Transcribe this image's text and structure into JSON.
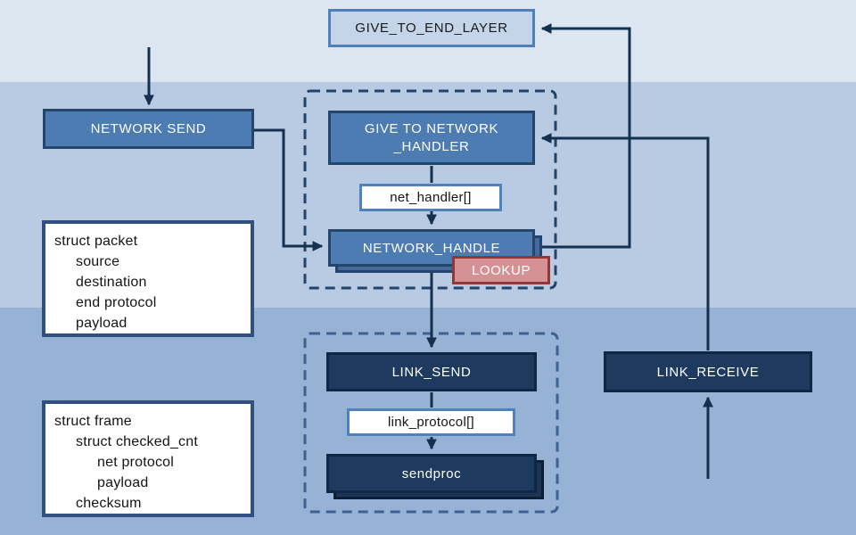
{
  "nodes": {
    "give_to_end_layer": {
      "label": "GIVE_TO_END_LAYER"
    },
    "network_send": {
      "label": "NETWORK SEND"
    },
    "give_to_network_handler": {
      "line1": "GIVE TO NETWORK",
      "line2": "_HANDLER"
    },
    "net_handler": {
      "label": "net_handler[]"
    },
    "network_handle": {
      "label": "NETWORK_HANDLE"
    },
    "lookup": {
      "label": "LOOKUP"
    },
    "link_send": {
      "label": "LINK_SEND"
    },
    "link_protocol": {
      "label": "link_protocol[]"
    },
    "sendproc": {
      "label": "sendproc"
    },
    "link_receive": {
      "label": "LINK_RECEIVE"
    }
  },
  "structs": {
    "packet": {
      "title": "struct packet",
      "fields": [
        "source",
        "destination",
        "end protocol",
        "payload"
      ]
    },
    "frame": {
      "title": "struct frame",
      "lines": [
        "struct checked_cnt",
        "net protocol",
        "payload",
        "checksum"
      ]
    }
  },
  "colors": {
    "band_top": "#dce6f1",
    "band_middle": "#b9cbe3",
    "band_bottom": "#96b2d4",
    "process_blue": "#4d7cb3",
    "process_dark": "#1e3a5f",
    "lookup_fill": "#d59193",
    "lookup_border": "#943634",
    "arrow": "#14304f"
  }
}
